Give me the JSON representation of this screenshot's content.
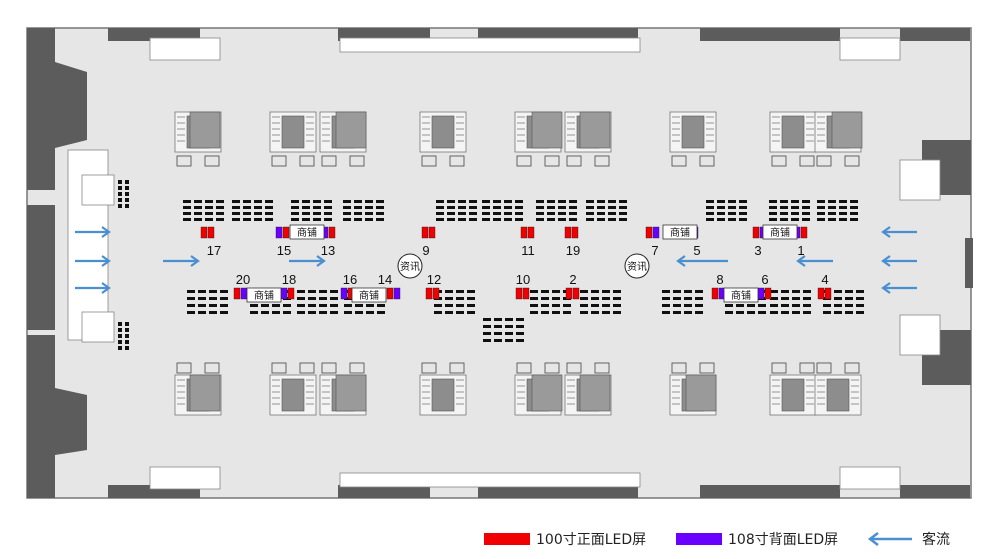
{
  "colors": {
    "front_screen": "#f00000",
    "back_screen": "#6a00ff",
    "flow_arrow": "#4a8fd0",
    "floor": "#e6e6e6",
    "wall": "#5f5f5f"
  },
  "screen_numbers": [
    "17",
    "15",
    "13",
    "9",
    "11",
    "19",
    "7",
    "5",
    "3",
    "1",
    "20",
    "18",
    "16",
    "14",
    "12",
    "10",
    "2",
    "8",
    "6",
    "4"
  ],
  "shop_label": "商铺",
  "info_label": "资讯",
  "legend": {
    "front_screen": "100寸正面LED屏",
    "back_screen": "108寸背面LED屏",
    "flow": "客流"
  }
}
